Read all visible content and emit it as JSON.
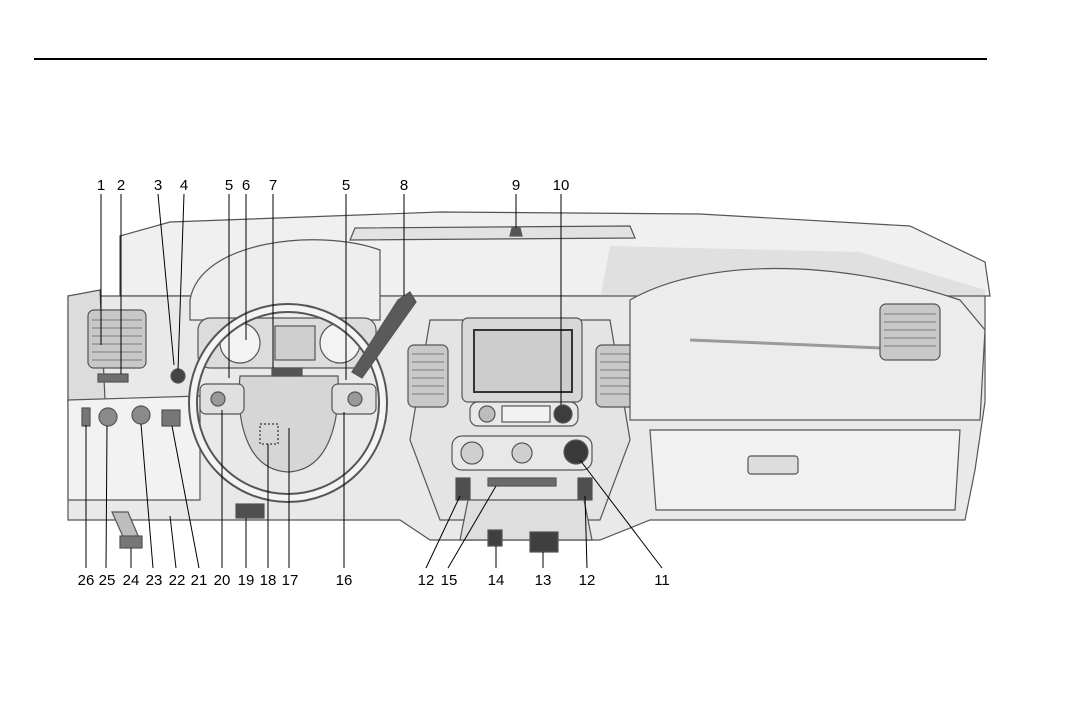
{
  "colors": {
    "line": "#000000",
    "panel": "#e6e6e6",
    "panel_light": "#f2f2f2",
    "panel_dark": "#cfcfcf",
    "outline": "#555555"
  },
  "callouts_top": [
    "1",
    "2",
    "3",
    "4",
    "5",
    "6",
    "7",
    "5",
    "8",
    "9",
    "10"
  ],
  "callouts_bottom": [
    "26",
    "25",
    "24",
    "23",
    "22",
    "21",
    "20",
    "19",
    "18",
    "17",
    "16",
    "12",
    "15",
    "14",
    "13",
    "12",
    "11"
  ]
}
